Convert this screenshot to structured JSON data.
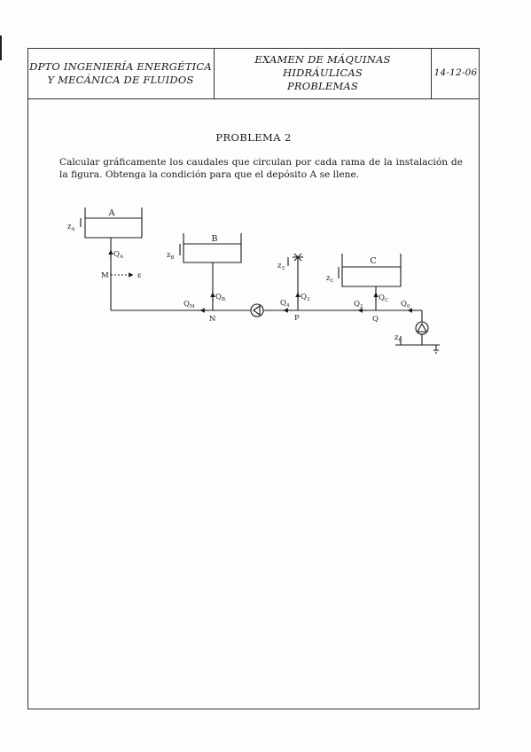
{
  "header": {
    "department": [
      "DPTO INGENIERÍA ENERGÉTICA",
      "Y MECÁNICA DE FLUIDOS"
    ],
    "exam": [
      "EXAMEN DE MÁQUINAS HIDRÁULICAS",
      "PROBLEMAS"
    ],
    "date": "14-12-06"
  },
  "problem": {
    "title": "PROBLEMA 2",
    "statement": "Calcular gráficamente los caudales que circulan por cada rama de la instalación de la figura. Obtenga la condición para que el depósito A se llene."
  },
  "figure": {
    "tank_labels": {
      "a": "A",
      "b": "B",
      "c": "C"
    },
    "node_labels": {
      "m": "M",
      "n": "N",
      "p": "P",
      "q": "Q"
    },
    "flow_labels": {
      "qa": "Q",
      "qa_sub": "A",
      "qb": "Q",
      "qb_sub": "B",
      "qc": "Q",
      "qc_sub": "C",
      "qm": "Q",
      "qm_sub": "M",
      "q4": "Q",
      "q4_sub": "4",
      "q3": "Q",
      "q3_sub": "3",
      "q2": "Q",
      "q2_sub": "2",
      "q0": "Q",
      "q0_sub": "0"
    },
    "elevation_labels": {
      "za": "z",
      "za_sub": "A",
      "zb": "z",
      "zb_sub": "B",
      "zc": "z",
      "zc_sub": "C",
      "z3": "z",
      "z3_sub": "3",
      "z0": "z",
      "z0_sub": "0"
    },
    "valve_label": "ε"
  }
}
